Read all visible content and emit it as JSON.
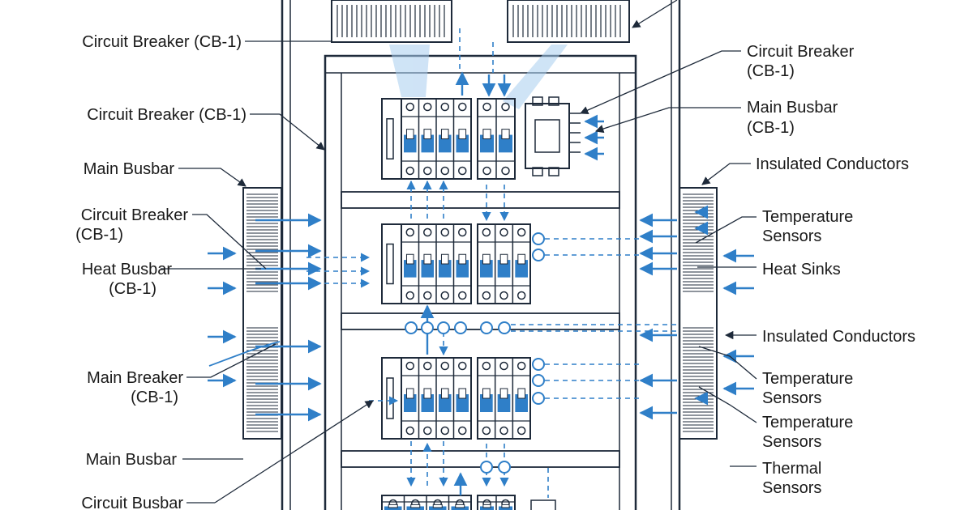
{
  "labels_left": {
    "cb_top": "Circuit Breaker (CB-1)",
    "cb_2": "Circuit Breaker (CB-1)",
    "main_busbar_1": "Main Busbar",
    "cb_3_line1": "Circuit Breaker",
    "cb_3_line2": "(CB-1)",
    "heat_busbar_line1": "Heat Busbar",
    "heat_busbar_line2": "(CB-1)",
    "main_breaker_line1": "Main Breaker",
    "main_breaker_line2": "(CB-1)",
    "main_busbar_2": "Main Busbar",
    "circuit_busbar": "Circuit Busbar"
  },
  "labels_right": {
    "cb_line1": "Circuit Breaker",
    "cb_line2": "(CB-1)",
    "main_busbar_line1": "Main Busbar",
    "main_busbar_line2": "(CB-1)",
    "insulated_1": "Insulated Conductors",
    "temp_1_line1": "Temperature",
    "temp_1_line2": "Sensors",
    "heat_sinks": "Heat Sinks",
    "insulated_2": "Insulated Conductors",
    "temp_2_line1": "Temperature",
    "temp_2_line2": "Sensors",
    "temp_3_line1": "Temperature",
    "temp_3_line2": "Sensors",
    "thermal_line1": "Thermal",
    "thermal_line2": "Sensors"
  },
  "colors": {
    "line": "#1e2a3a",
    "accent_blue": "#2f7fc8",
    "light_blue": "#a8cdef",
    "background": "#ffffff"
  }
}
